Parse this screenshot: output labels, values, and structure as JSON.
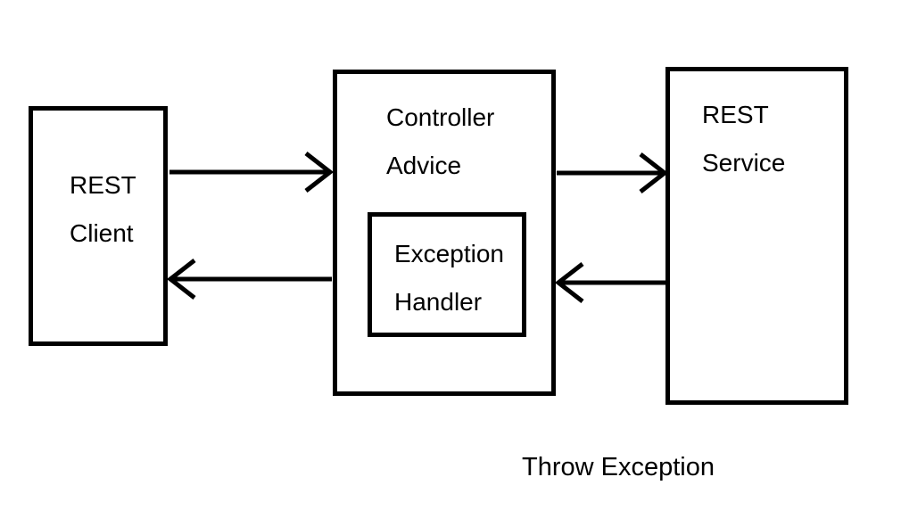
{
  "colors": {
    "background": "#ffffff",
    "stroke": "#000000",
    "text": "#000000"
  },
  "boxes": {
    "rest_client": {
      "line1": "REST",
      "line2": "Client"
    },
    "controller_advice": {
      "line1": "Controller",
      "line2": "Advice"
    },
    "exception_handler": {
      "line1": "Exception",
      "line2": "Handler"
    },
    "rest_service": {
      "line1": "REST",
      "line2": "Service"
    }
  },
  "arrows": [
    {
      "name": "client-to-advice",
      "from": "REST Client",
      "to": "Controller Advice",
      "direction": "right"
    },
    {
      "name": "advice-to-client",
      "from": "Controller Advice",
      "to": "REST Client",
      "direction": "left"
    },
    {
      "name": "advice-to-service",
      "from": "Controller Advice",
      "to": "REST Service",
      "direction": "right"
    },
    {
      "name": "service-to-advice",
      "from": "REST Service",
      "to": "Controller Advice",
      "direction": "left"
    }
  ],
  "caption": {
    "label": "Throw Exception"
  }
}
